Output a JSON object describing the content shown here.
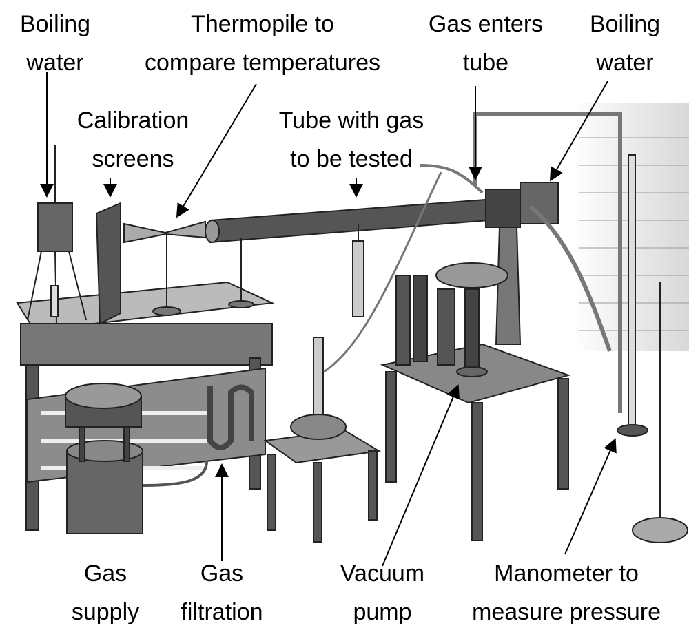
{
  "labels": {
    "boiling_water_left": [
      "Boiling",
      "water"
    ],
    "thermopile": [
      "Thermopile to",
      "compare temperatures"
    ],
    "gas_enters": [
      "Gas enters",
      "tube"
    ],
    "boiling_water_right": [
      "Boiling",
      "water"
    ],
    "calibration": [
      "Calibration",
      "screens"
    ],
    "tube_gas": [
      "Tube with gas",
      "to be tested"
    ],
    "gas_supply": [
      "Gas",
      "supply"
    ],
    "gas_filtration": [
      "Gas",
      "filtration"
    ],
    "vacuum_pump": [
      "Vacuum",
      "pump"
    ],
    "manometer": [
      "Manometer to",
      "measure pressure"
    ]
  },
  "colors": {
    "ink": "#000000",
    "engraving_dark": "#3a3a3a",
    "engraving_mid": "#8a8a8a",
    "engraving_light": "#c8c8c8"
  }
}
